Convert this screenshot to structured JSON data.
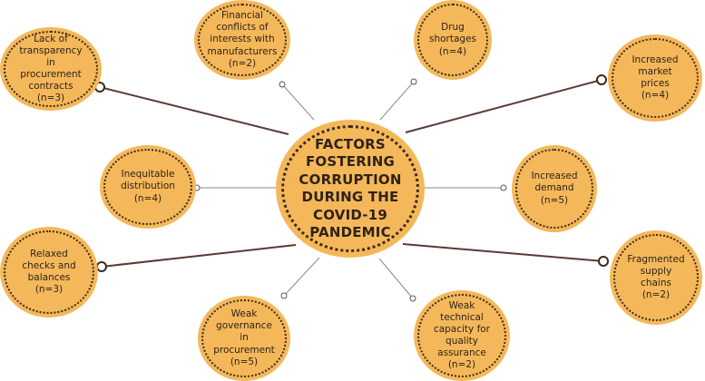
{
  "diagram": {
    "colors": {
      "node_fill": "#f4b85a",
      "dotted_border": "#3b2a1f",
      "text": "#2f2219",
      "connector": "#5a3b34"
    },
    "center": {
      "text": "FACTORS\nFOSTERING\nCORRUPTION\nDURING THE\nCOVID-19\nPANDEMIC"
    },
    "factors": [
      {
        "text": "Lack of\ntransparency\nin\nprocurement\ncontracts\n(n=3)"
      },
      {
        "text": "Financial\nconflicts of\ninterests with\nmanufacturers\n(n=2)"
      },
      {
        "text": "Drug\nshortages\n(n=4)"
      },
      {
        "text": "Increased\nmarket\nprices\n(n=4)"
      },
      {
        "text": "Inequitable\ndistribution\n(n=4)"
      },
      {
        "text": "Increased\ndemand\n(n=5)"
      },
      {
        "text": "Relaxed\nchecks and\nbalances\n(n=3)"
      },
      {
        "text": "Weak\ngovernance\nin\nprocurement\n(n=5)"
      },
      {
        "text": "Weak\ntechnical\ncapacity for\nquality\nassurance\n(n=2)"
      },
      {
        "text": "Fragmented\nsupply\nchains\n(n=2)"
      }
    ]
  }
}
